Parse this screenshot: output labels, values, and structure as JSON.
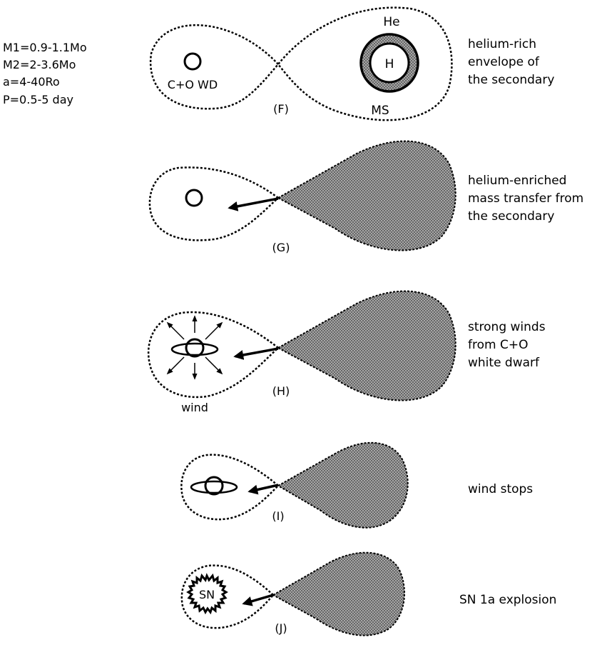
{
  "parameters": [
    "M1=0.9-1.1Mo",
    "M2=2-3.6Mo",
    "a=4-40Ro",
    "P=0.5-5 day"
  ],
  "stages": [
    {
      "tag": "(F)",
      "description": [
        "helium-rich",
        "envelope of",
        "the secondary"
      ]
    },
    {
      "tag": "(G)",
      "description": [
        "helium-enriched",
        "mass transfer from",
        "the secondary"
      ]
    },
    {
      "tag": "(H)",
      "description": [
        "strong winds",
        "from C+O",
        "white dwarf"
      ]
    },
    {
      "tag": "(I)",
      "description": [
        "wind stops"
      ]
    },
    {
      "tag": "(J)",
      "description": [
        "SN 1a explosion"
      ]
    }
  ],
  "labels": {
    "wd": "C+O WD",
    "he": "He",
    "h": "H",
    "ms": "MS",
    "wind": "wind",
    "sn": "SN"
  },
  "colors": {
    "fill": "#8a8a8a",
    "line": "#000000",
    "background": "#ffffff"
  }
}
